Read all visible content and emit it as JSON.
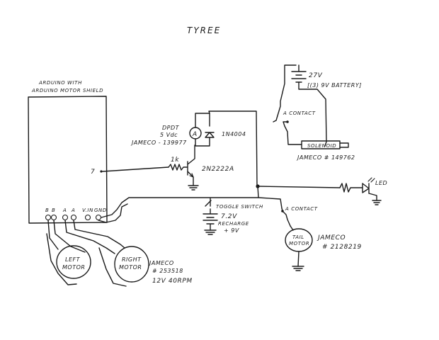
{
  "title": "TYREE",
  "arduino": {
    "line1": "ARDUINO WITH",
    "line2": "ARDUINO MOTOR SHIELD",
    "pin_7": "7",
    "pin_b1": "B",
    "pin_b2": "B",
    "pin_a1": "A",
    "pin_a2": "A",
    "pin_vin": "V.IN",
    "pin_gnd": "GND"
  },
  "relay": {
    "line1": "DPDT",
    "line2": "5 Vdc",
    "line3": "JAMECO - 139977",
    "coil_symbol": "A"
  },
  "diode": {
    "label": "1N4004"
  },
  "resistor": {
    "label": "1k"
  },
  "transistor": {
    "label": "2N2222A"
  },
  "battery_27v": {
    "voltage": "27V",
    "desc": "[(3) 9V BATTERY]"
  },
  "contact_a_top": {
    "label": "A CONTACT"
  },
  "solenoid": {
    "label": "SOLENOID",
    "part": "JAMECO # 149762"
  },
  "led": {
    "label": "LED"
  },
  "toggle_switch": {
    "label": "TOGGLE SWITCH"
  },
  "battery_72v": {
    "line1": "7.2V",
    "line2": "RECHARGE",
    "line3": "+ 9V"
  },
  "contact_a_bottom": {
    "label": "A CONTACT"
  },
  "tail_motor": {
    "line1": "TAIL",
    "line2": "MOTOR",
    "part_line1": "JAMECO",
    "part_line2": "# 2128219"
  },
  "left_motor": {
    "line1": "LEFT",
    "line2": "MOTOR"
  },
  "right_motor": {
    "line1": "RIGHT",
    "line2": "MOTOR",
    "part_line1": "JAMECO",
    "part_line2": "# 253518",
    "spec": "12V 40RPM"
  }
}
